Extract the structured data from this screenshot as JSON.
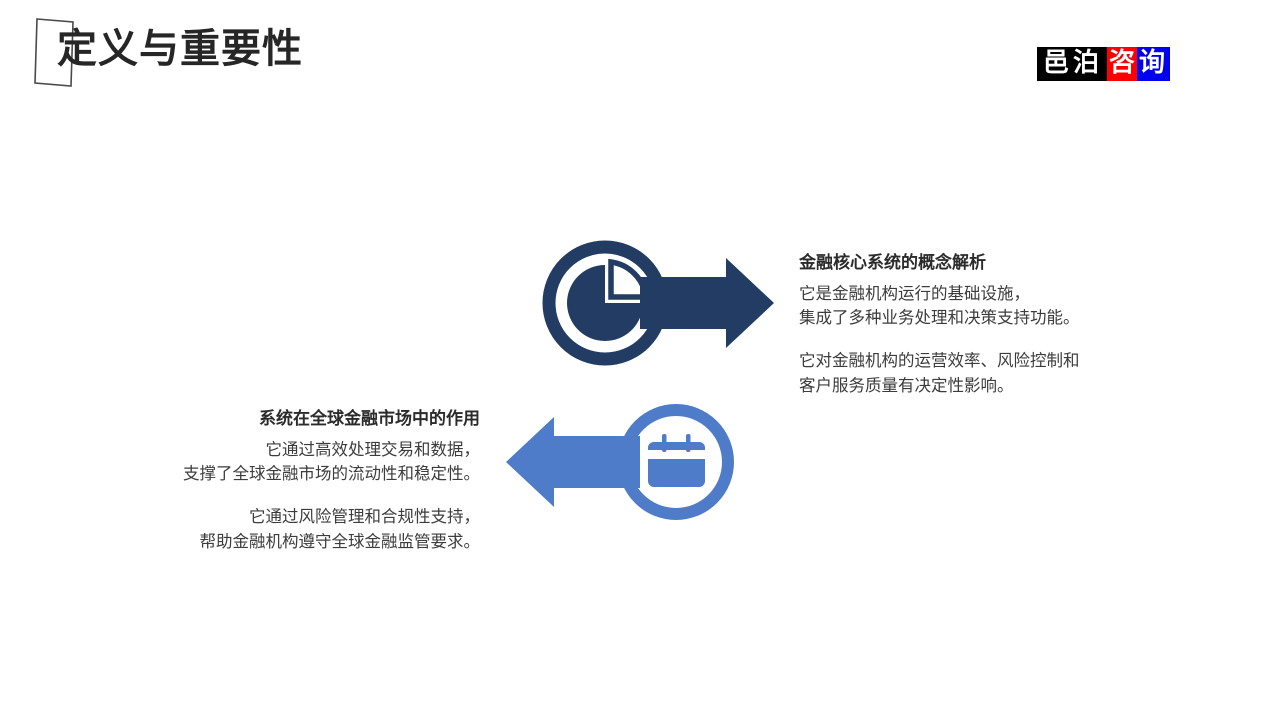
{
  "header": {
    "title": "定义与重要性",
    "bracket_icon": "open-bracket-icon"
  },
  "logo": {
    "alt": "邑泊咨询",
    "segments": [
      {
        "text": "邑泊",
        "bg": "#000000",
        "fg": "#ffffff"
      },
      {
        "text": "咨",
        "bg": "#ff0000",
        "fg": "#ffffff"
      },
      {
        "text": "询",
        "bg": "#0000ee",
        "fg": "#ffffff"
      }
    ]
  },
  "colors": {
    "navy": "#223c63",
    "blue": "#4f7cc9",
    "title": "#262626",
    "heading": "#2b2b2b",
    "body": "#3c3c3c",
    "background": "#ffffff"
  },
  "diagram": {
    "items": [
      {
        "id": "top-right",
        "icon": "pie-chart-icon",
        "icon_color": "#223c63",
        "arrow": "arrow-right-icon",
        "arrow_direction": "right",
        "heading": "金融核心系统的概念解析",
        "paragraphs": [
          "它是金融机构运行的基础设施，\n集成了多种业务处理和决策支持功能。",
          "它对金融机构的运营效率、风险控制和\n客户服务质量有决定性影响。"
        ]
      },
      {
        "id": "bottom-left",
        "icon": "calendar-icon",
        "icon_color": "#4f7cc9",
        "arrow": "arrow-left-icon",
        "arrow_direction": "left",
        "heading": "系统在全球金融市场中的作用",
        "paragraphs": [
          "它通过高效处理交易和数据，\n支撑了全球金融市场的流动性和稳定性。",
          "它通过风险管理和合规性支持，\n帮助金融机构遵守全球金融监管要求。"
        ]
      }
    ]
  }
}
